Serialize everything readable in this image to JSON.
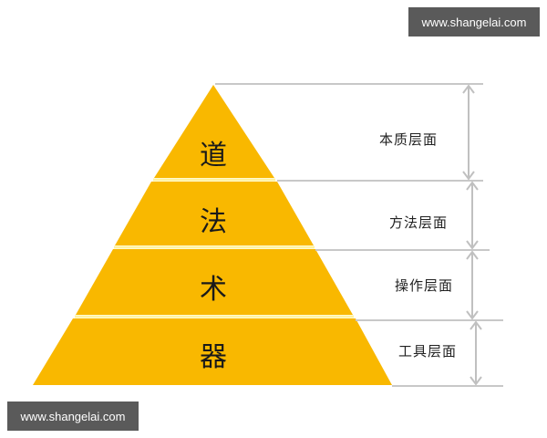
{
  "diagram": {
    "type": "pyramid",
    "fill_color": "#f9b800",
    "separator_color": "#fff3a0",
    "guide_color": "#c8c8c8",
    "tiers": [
      {
        "label": "道",
        "description": "本质层面"
      },
      {
        "label": "法",
        "description": "方法层面"
      },
      {
        "label": "术",
        "description": "操作层面"
      },
      {
        "label": "器",
        "description": "工具层面"
      }
    ]
  },
  "watermarks": {
    "top": "www.shangelai.com",
    "bottom": "www.shangelai.com"
  }
}
